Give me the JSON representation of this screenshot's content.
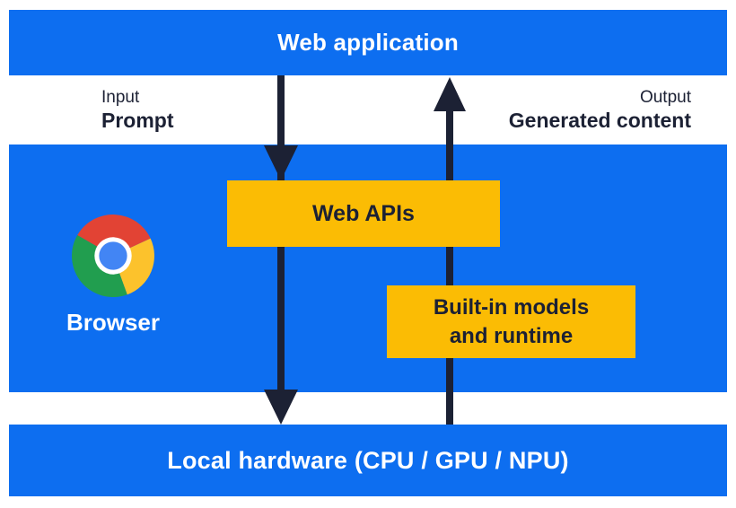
{
  "colors": {
    "blue": "#0d6ef0",
    "box-yellow": "#fbbc04",
    "ink": "#1c2134",
    "logo-red": "#e24334",
    "logo-green": "#219e4f",
    "logo-yellow": "#fcc22c",
    "logo-blue": "#4285f4"
  },
  "layers": {
    "web_application": {
      "label": "Web application"
    },
    "browser": {
      "label": "Browser",
      "icon": "chrome-logo"
    },
    "local_hardware": {
      "label": "Local hardware (CPU / GPU / NPU)"
    }
  },
  "io": {
    "input": {
      "title": "Input",
      "value": "Prompt"
    },
    "output": {
      "title": "Output",
      "value": "Generated content"
    }
  },
  "boxes": {
    "web_apis": {
      "label": "Web APIs"
    },
    "builtin": {
      "line1": "Built-in models",
      "line2": "and runtime"
    }
  },
  "arrows": {
    "down": {
      "name": "prompt-flow",
      "direction": "down"
    },
    "up": {
      "name": "generated-content-flow",
      "direction": "up"
    }
  }
}
